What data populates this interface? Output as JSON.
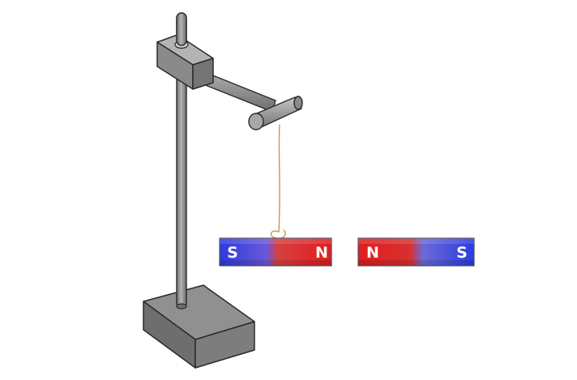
{
  "colors": {
    "north": "#e02020",
    "south": "#2f3fe0",
    "stand": "#8a8a8a",
    "thread": "#c9965a",
    "outline": "#2b2b2b"
  },
  "magnets": [
    {
      "left_pole": "S",
      "right_pole": "N"
    },
    {
      "left_pole": "N",
      "right_pole": "S"
    }
  ]
}
